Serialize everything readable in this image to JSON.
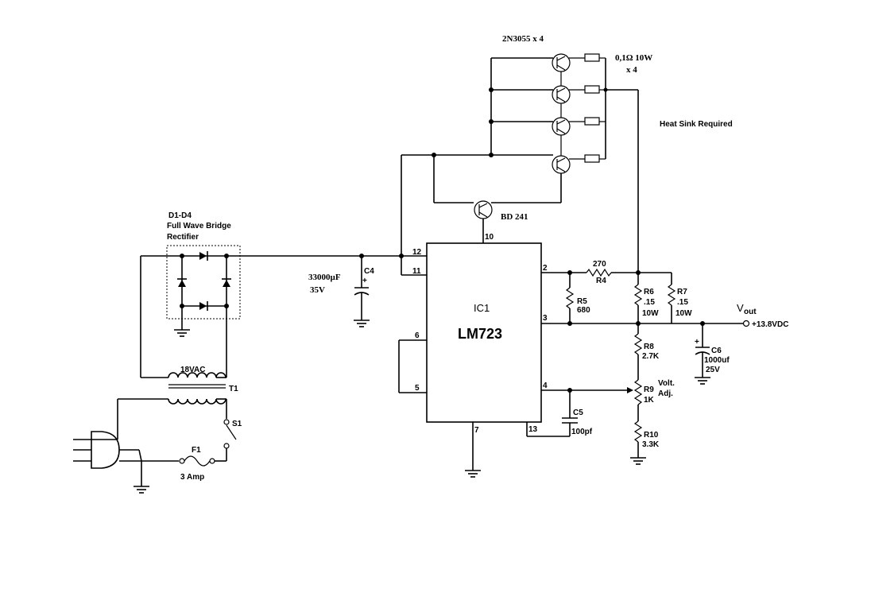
{
  "labels": {
    "transistor_array": "2N3055 x 4",
    "emitter_resistors": "0,1Ω 10W",
    "emitter_resistors_qty": "x 4",
    "heat_sink": "Heat Sink Required",
    "driver": "BD 241",
    "bridge_ref": "D1-D4",
    "bridge_name1": "Full Wave Bridge",
    "bridge_name2": "Rectifier",
    "c4_value": "33000µF",
    "c4_voltage": "35V",
    "c4_ref": "C4",
    "ic_ref": "IC1",
    "ic_part": "LM723",
    "r4_value": "270",
    "r4_ref": "R4",
    "r5_ref": "R5",
    "r5_value": "680",
    "r6_ref": "R6",
    "r6_value": ".15",
    "r6_power": "10W",
    "r7_ref": "R7",
    "r7_value": ".15",
    "r7_power": "10W",
    "vout": "V",
    "vout_sub": "out",
    "vout_value": "+13.8VDC",
    "c6_ref": "C6",
    "c6_value": "1000uf",
    "c6_voltage": "25V",
    "r8_ref": "R8",
    "r8_value": "2.7K",
    "r9_ref": "R9",
    "r9_value": "1K",
    "r9_func1": "Volt.",
    "r9_func2": "Adj.",
    "r10_ref": "R10",
    "r10_value": "3.3K",
    "c5_ref": "C5",
    "c5_value": "100pf",
    "transformer_voltage": "18VAC",
    "transformer_ref": "T1",
    "switch_ref": "S1",
    "fuse_ref": "F1",
    "fuse_value": "3 Amp"
  },
  "pins": {
    "p12": "12",
    "p11": "11",
    "p10": "10",
    "p6": "6",
    "p5": "5",
    "p2": "2",
    "p3": "3",
    "p4": "4",
    "p7": "7",
    "p13": "13"
  }
}
